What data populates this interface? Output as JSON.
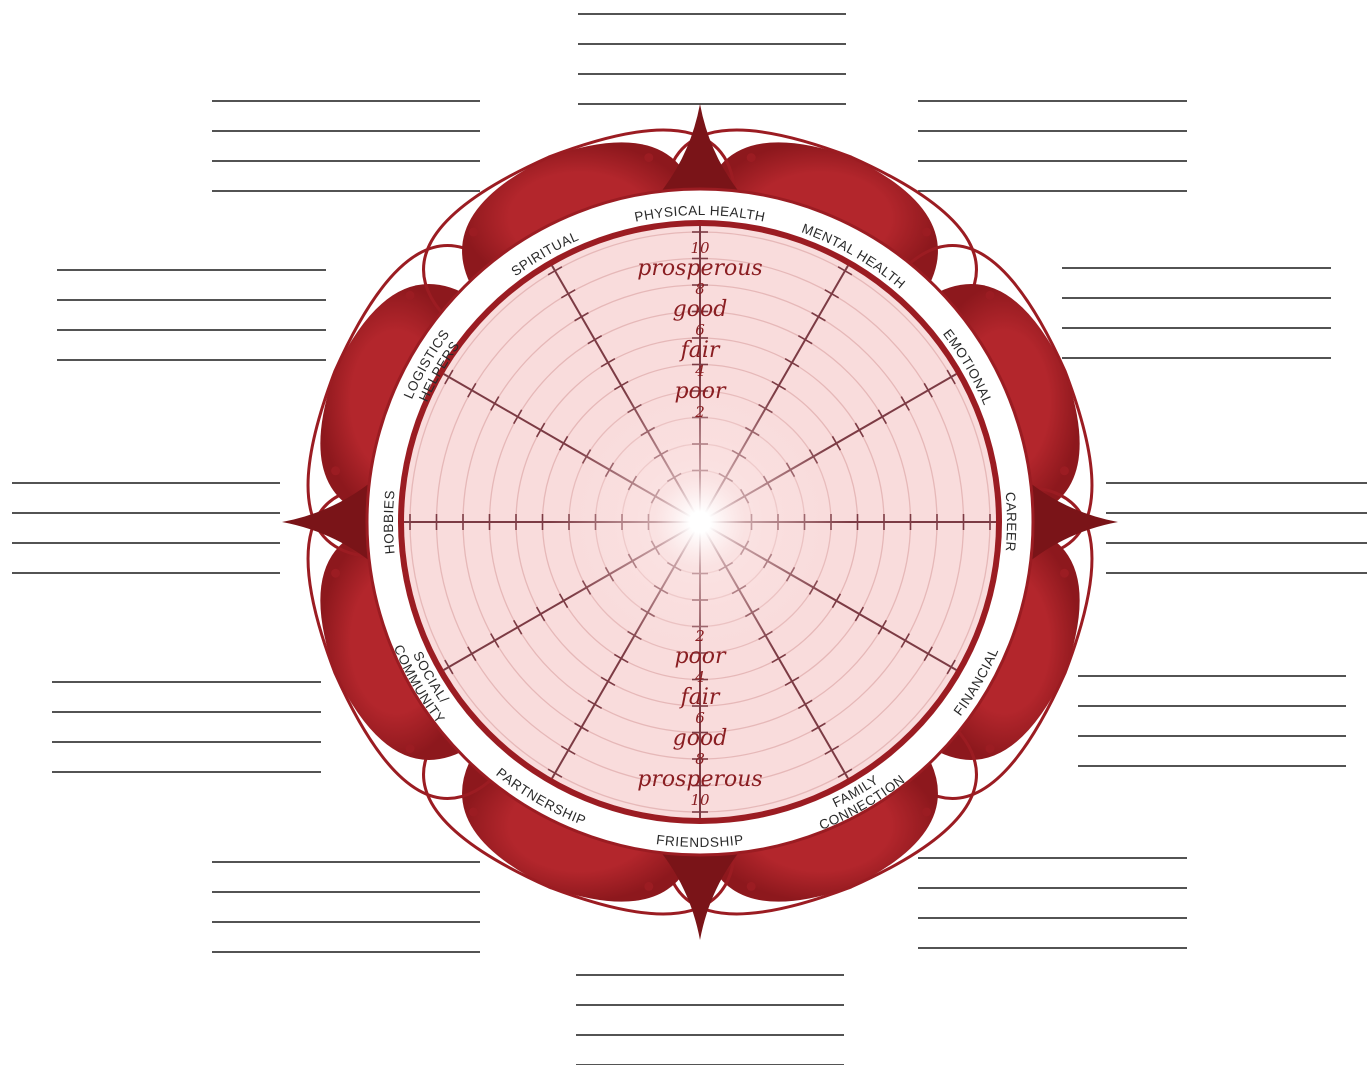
{
  "wheel": {
    "segments": [
      {
        "label": "PHYSICAL HEALTH",
        "id": "physical-health"
      },
      {
        "label": "MENTAL HEALTH",
        "id": "mental-health"
      },
      {
        "label": "EMOTIONAL",
        "id": "emotional"
      },
      {
        "label": "CAREER",
        "id": "career"
      },
      {
        "label": "FINANCIAL",
        "id": "financial"
      },
      {
        "label": "FAMILY CONNECTION",
        "id": "family-connection"
      },
      {
        "label": "FRIENDSHIP",
        "id": "friendship"
      },
      {
        "label": "PARTNERSHIP",
        "id": "partnership"
      },
      {
        "label": "SOCIAL/ COMMUNITY",
        "id": "social-community"
      },
      {
        "label": "HOBBIES",
        "id": "hobbies"
      },
      {
        "label": "LOGISTICS HELPERS",
        "id": "logistics-helpers"
      },
      {
        "label": "SPIRITUAL",
        "id": "spiritual"
      }
    ],
    "scale": {
      "top": [
        "10",
        "prosperous",
        "8",
        "good",
        "6",
        "fair",
        "4",
        "poor",
        "2"
      ],
      "bottom": [
        "2",
        "poor",
        "4",
        "fair",
        "6",
        "good",
        "8",
        "prosperous",
        "10"
      ]
    },
    "rings": 10
  },
  "colors": {
    "accent": "#9b1c22",
    "accent_dark": "#7a1418",
    "wheel_fill": "#f9dcdc",
    "ring_line": "#e6b8b8",
    "spoke": "#7c3b44"
  },
  "writing_lines_per_block": 4
}
